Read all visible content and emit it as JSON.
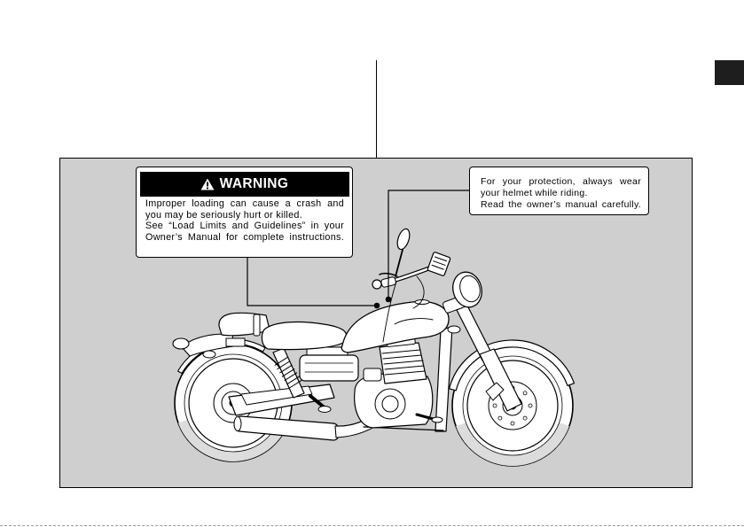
{
  "colors": {
    "panel_fill": "#cfcfcf",
    "tab_fill": "#1e1e1e",
    "warning_header_fill": "#000000"
  },
  "warning_label": {
    "icon": "warning-triangle-icon",
    "title": "WARNING",
    "lines": [
      "Improper loading can cause a crash and",
      "you may be seriously hurt or killed.",
      "See “Load Limits and Guidelines” in your",
      "Owner’s Manual for complete instructions."
    ]
  },
  "helmet_label": {
    "lines": [
      "For your protection, always wear",
      "your helmet while riding.",
      "Read the owner’s manual carefully."
    ]
  }
}
